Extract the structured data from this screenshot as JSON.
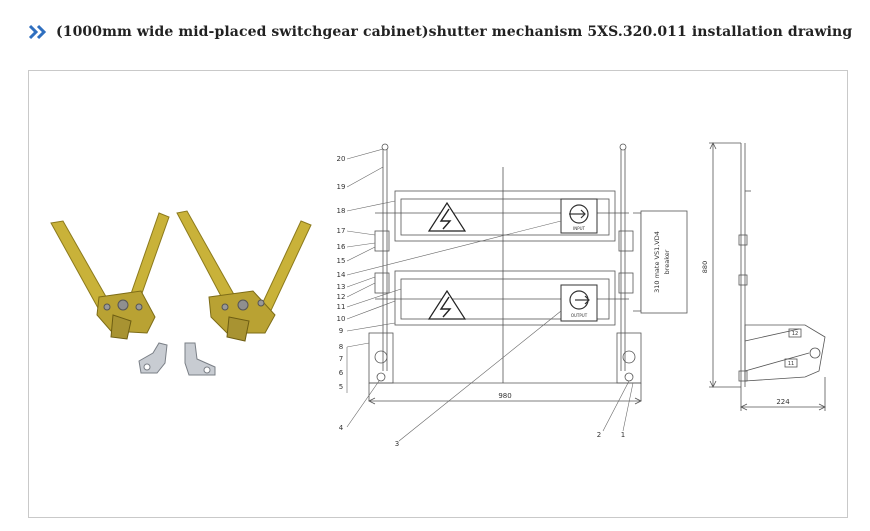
{
  "header": {
    "title": "(1000mm wide mid-placed switchgear cabinet)shutter mechanism 5XS.320.011 installation drawing",
    "icon": "double-chevron-right-icon",
    "accent_color": "#2f6fbf"
  },
  "drawing": {
    "callouts": [
      "20",
      "19",
      "18",
      "17",
      "16",
      "15",
      "14",
      "13",
      "12",
      "11",
      "10",
      "9",
      "8",
      "7",
      "6",
      "5",
      "4",
      "3",
      "2",
      "1"
    ],
    "dim_width": "980",
    "dim_height": "880",
    "dim_side": "224",
    "input_label": "INPUT",
    "output_label": "OUTPUT",
    "breaker_note_line1": "310 mate VS1,VD4",
    "breaker_note_line2": "breaker",
    "side_label_a": "12",
    "side_label_b": "11"
  }
}
